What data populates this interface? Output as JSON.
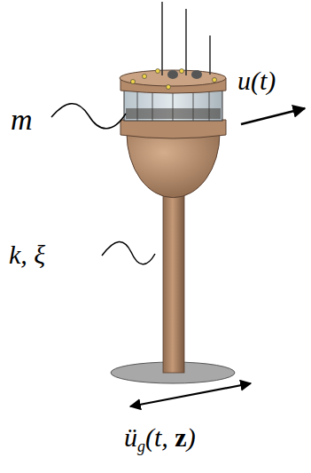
{
  "diagram": {
    "labels": [
      "m",
      "u(t)",
      "k, ξ",
      "üg(t, z)"
    ]
  }
}
